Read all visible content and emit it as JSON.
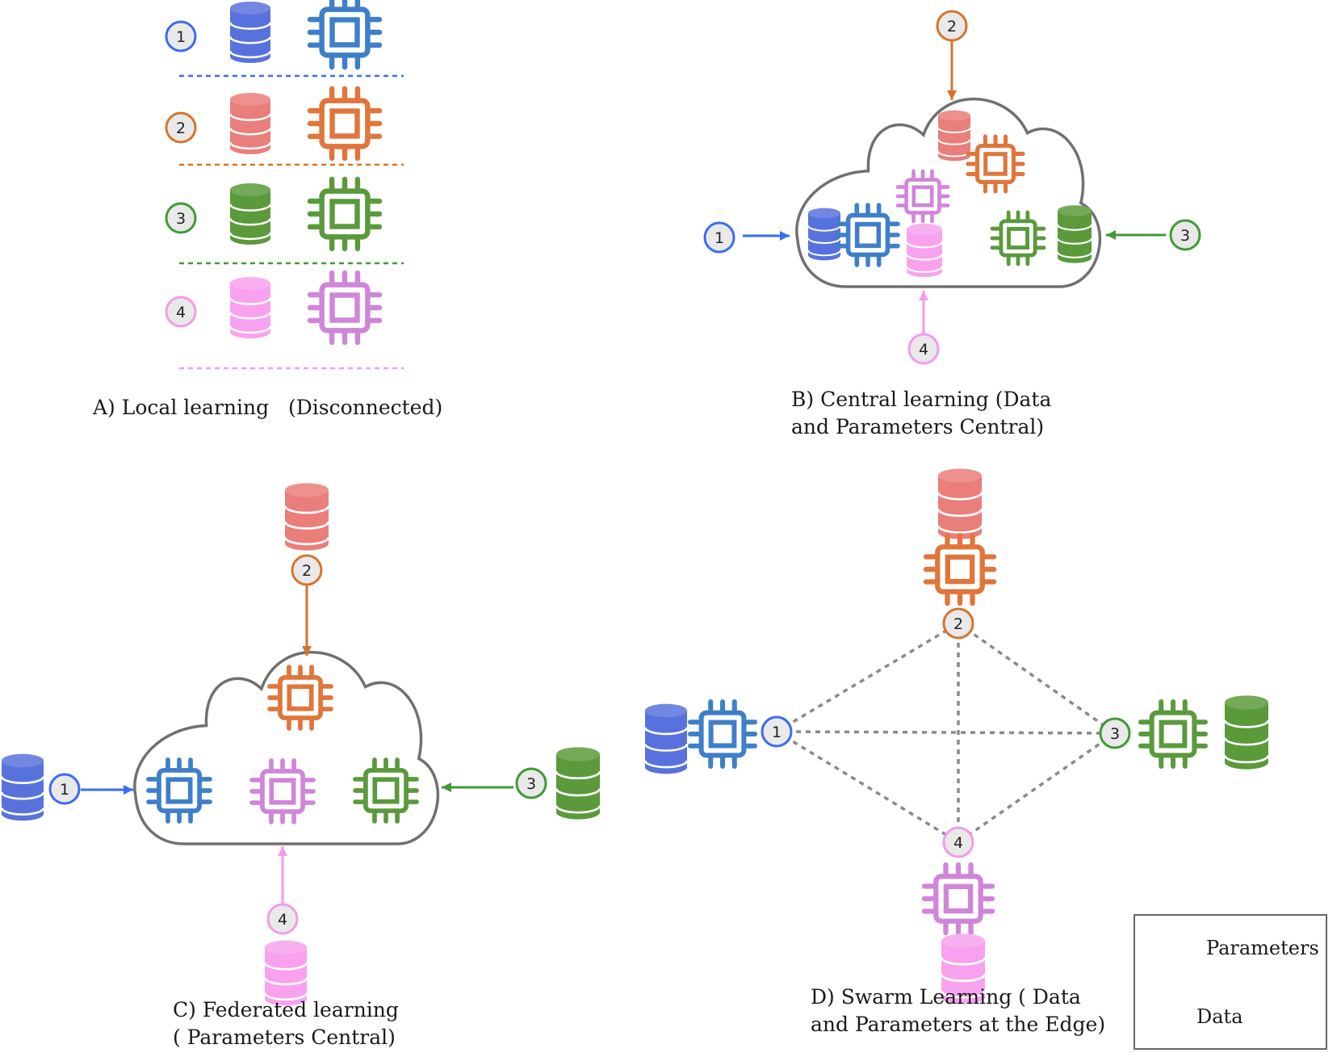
{
  "captions": {
    "a_line1": "A) Local learning   (Disconnected)",
    "b_line1": "B) Central learning (Data",
    "b_line2": "and Parameters Central)",
    "c_line1": "C) Federated learning",
    "c_line2": "( Parameters Central)",
    "d_line1": "D) Swarm Learning ( Data",
    "d_line2": "and Parameters at the Edge)"
  },
  "legend": {
    "parameters_label": "Parameters",
    "data_label": "Data"
  },
  "nodes": [
    {
      "id": "1",
      "label": "1",
      "color": "#3b6cf0",
      "db": "#5872dd",
      "chip": "#3e7fc9"
    },
    {
      "id": "2",
      "label": "2",
      "color": "#d4752b",
      "db": "#ea7e7a",
      "chip": "#e0763b"
    },
    {
      "id": "3",
      "label": "3",
      "color": "#3f9a35",
      "db": "#5b9a3b",
      "chip": "#5a9a3c"
    },
    {
      "id": "4",
      "label": "4",
      "color": "#f49be8",
      "db": "#f8a2ef",
      "chip": "#cf86d9"
    }
  ],
  "icons": {
    "data": "database-icon",
    "parameters": "chip-icon"
  },
  "colors": {
    "cloud_stroke": "#707070",
    "swarm_link": "#8a8a8a",
    "node_fill": "#e9e9e9"
  }
}
